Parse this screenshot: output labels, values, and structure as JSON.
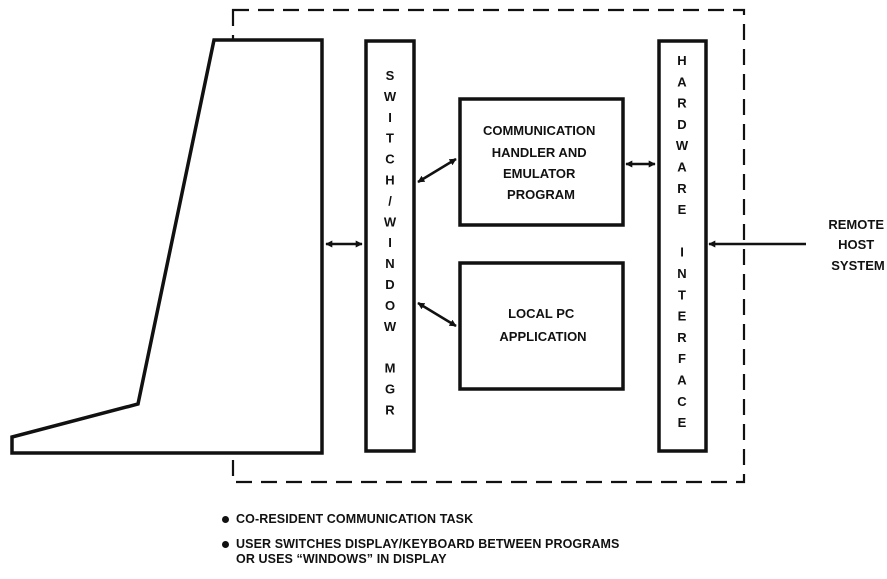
{
  "switch_window_mgr": {
    "label": "SWITCH/WINDOW MGR",
    "letters": [
      "S",
      "W",
      "I",
      "T",
      "C",
      "H",
      "/",
      "W",
      "I",
      "N",
      "D",
      "O",
      "W",
      "",
      "M",
      "G",
      "R"
    ]
  },
  "comm_handler": {
    "lines": [
      "COMMUNICATION",
      "HANDLER AND",
      "EMULATOR",
      "PROGRAM"
    ]
  },
  "local_pc": {
    "lines": [
      "LOCAL PC",
      "APPLICATION"
    ]
  },
  "hardware_interface": {
    "label": "HARDWARE INTERFACE",
    "letters": [
      "H",
      "A",
      "R",
      "D",
      "W",
      "A",
      "R",
      "E",
      "",
      "I",
      "N",
      "T",
      "E",
      "R",
      "F",
      "A",
      "C",
      "E"
    ]
  },
  "remote_host": {
    "lines": [
      "REMOTE",
      "HOST",
      "SYSTEM"
    ]
  },
  "bullets": [
    {
      "lines": [
        "CO-RESIDENT COMMUNICATION TASK"
      ]
    },
    {
      "lines": [
        "USER SWITCHES DISPLAY/KEYBOARD BETWEEN PROGRAMS",
        "OR USES “WINDOWS” IN DISPLAY"
      ]
    }
  ]
}
